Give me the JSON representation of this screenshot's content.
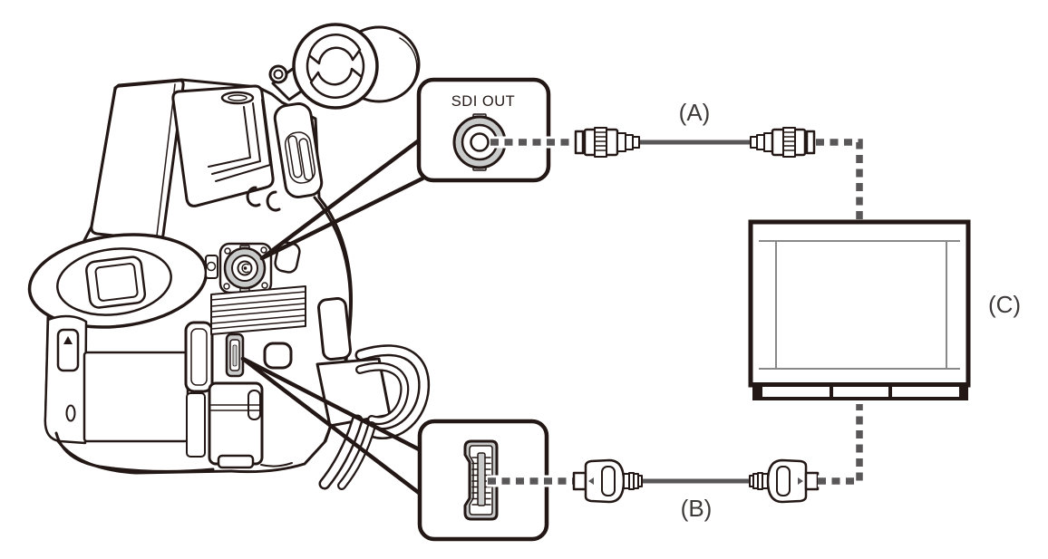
{
  "diagram": {
    "kind": "device-connection-illustration",
    "labels": {
      "sdi_port": "SDI OUT",
      "cable_a": "(A)",
      "cable_b": "(B)",
      "monitor": "(C)"
    }
  },
  "icons": {
    "camcorder": "camcorder-rear-illustration",
    "mic_holder": "microphone-holder-ring-icon",
    "eyecup": "viewfinder-eyecup-icon",
    "sdi_port": "bnc-jack-icon",
    "hdmi_port": "hdmi-jack-icon",
    "cable_a_plugs": "bnc-plug-icon",
    "cable_b_plugs": "hdmi-plug-icon",
    "monitor": "external-monitor-icon",
    "connection": "dashed-connection-line"
  },
  "colors": {
    "ink": "#231815",
    "label": "#3e3a39",
    "cable": "#595757",
    "dash": "#595757",
    "portgray": "#c9caca",
    "bezelgray": "#898989",
    "bg": "#ffffff"
  }
}
